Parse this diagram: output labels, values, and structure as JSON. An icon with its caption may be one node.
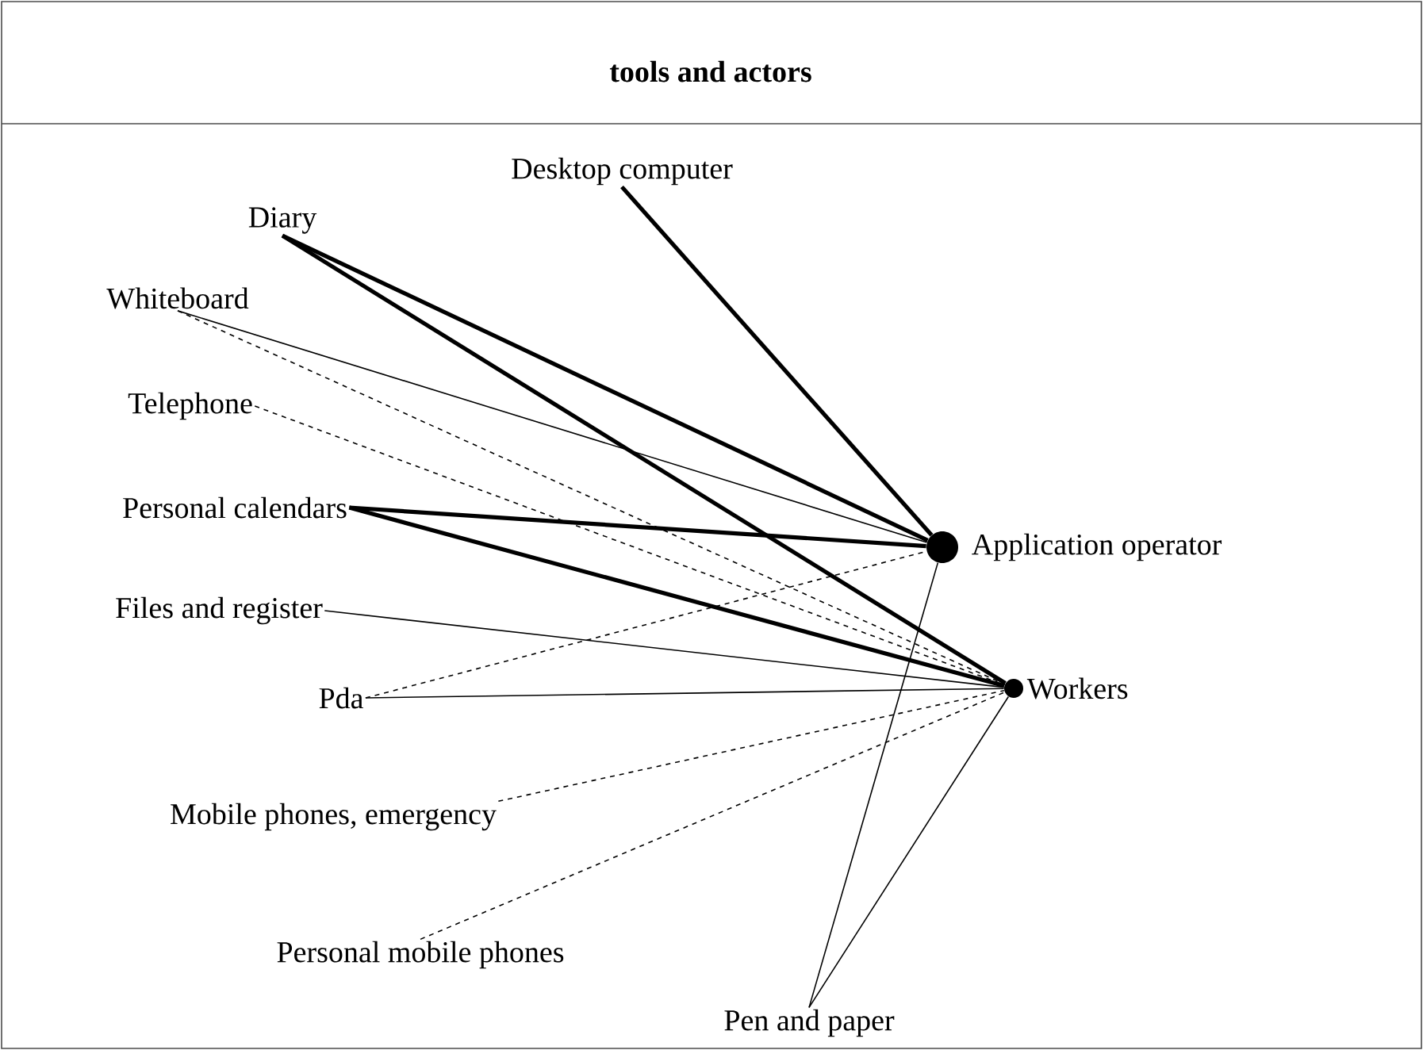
{
  "diagram": {
    "title": "tools and actors",
    "nodes": [
      {
        "text": [
          "Desktop computer"
        ]
      },
      {
        "text": [
          "Diary"
        ]
      },
      {
        "text": [
          "Whiteboard"
        ]
      },
      {
        "text": [
          "Telephone"
        ]
      },
      {
        "text": [
          "Personal calendars"
        ]
      },
      {
        "text": [
          "Application operator"
        ]
      },
      {
        "text": [
          "Files and register"
        ]
      },
      {
        "text": [
          "Pda"
        ]
      },
      {
        "text": [
          "Workers"
        ]
      },
      {
        "text": [
          "Mobile phones, emergency"
        ]
      },
      {
        "text": [
          "Personal mobile phones"
        ]
      },
      {
        "text": [
          "Pen and paper"
        ]
      }
    ],
    "edges": [
      {
        "from": 0,
        "to": 5,
        "arrow": "none",
        "style": "thick"
      },
      {
        "from": 1,
        "to": 5,
        "arrow": "none",
        "style": "thick"
      },
      {
        "from": 1,
        "to": 8,
        "arrow": "none",
        "style": "thick"
      },
      {
        "from": 2,
        "to": 5,
        "arrow": "none"
      },
      {
        "from": 2,
        "to": 8,
        "arrow": "none",
        "style": "dashed"
      },
      {
        "from": 3,
        "to": 8,
        "arrow": "none",
        "style": "dashed"
      },
      {
        "from": 4,
        "to": 5,
        "arrow": "none",
        "style": "thick"
      },
      {
        "from": 4,
        "to": 8,
        "arrow": "none",
        "style": "thick"
      },
      {
        "from": 6,
        "to": 8,
        "arrow": "none"
      },
      {
        "from": 7,
        "to": 5,
        "arrow": "none",
        "style": "dashed"
      },
      {
        "from": 7,
        "to": 8,
        "arrow": "none"
      },
      {
        "from": 9,
        "to": 8,
        "arrow": "none",
        "style": "dashed"
      },
      {
        "from": 10,
        "to": 8,
        "arrow": "none",
        "style": "dashed"
      },
      {
        "from": 11,
        "to": 5,
        "arrow": "none"
      },
      {
        "from": 11,
        "to": 8,
        "arrow": "none"
      }
    ]
  }
}
